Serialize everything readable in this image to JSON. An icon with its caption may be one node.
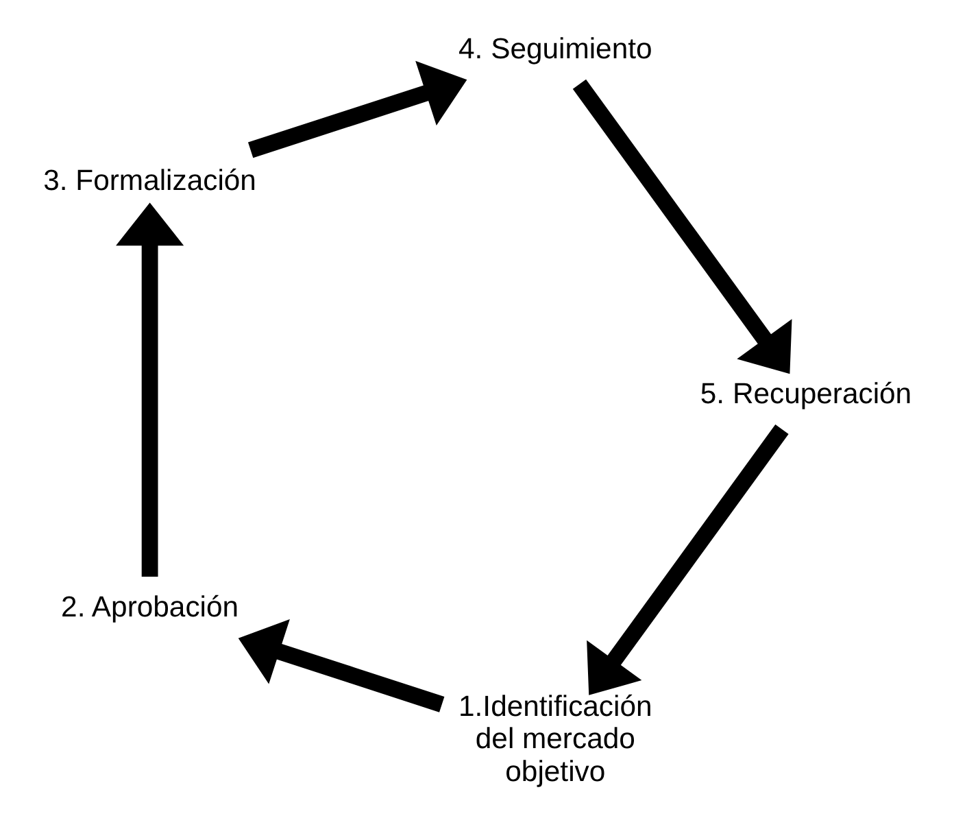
{
  "diagram": {
    "nodes": [
      {
        "text": [
          "1.Identificación del mercado objetivo"
        ]
      },
      {
        "text": [
          "2. Aprobación"
        ]
      },
      {
        "text": [
          "3. Formalización"
        ]
      },
      {
        "text": [
          "4. Seguimiento"
        ]
      },
      {
        "text": [
          "5. Recuperación"
        ]
      }
    ],
    "edges": [
      {
        "from": 4,
        "to": 0,
        "arrow": "to"
      },
      {
        "from": 0,
        "to": 1,
        "arrow": "to"
      },
      {
        "from": 1,
        "to": 2,
        "arrow": "to"
      },
      {
        "from": 2,
        "to": 3,
        "arrow": "to"
      },
      {
        "from": 3,
        "to": 4,
        "arrow": "to"
      }
    ]
  }
}
